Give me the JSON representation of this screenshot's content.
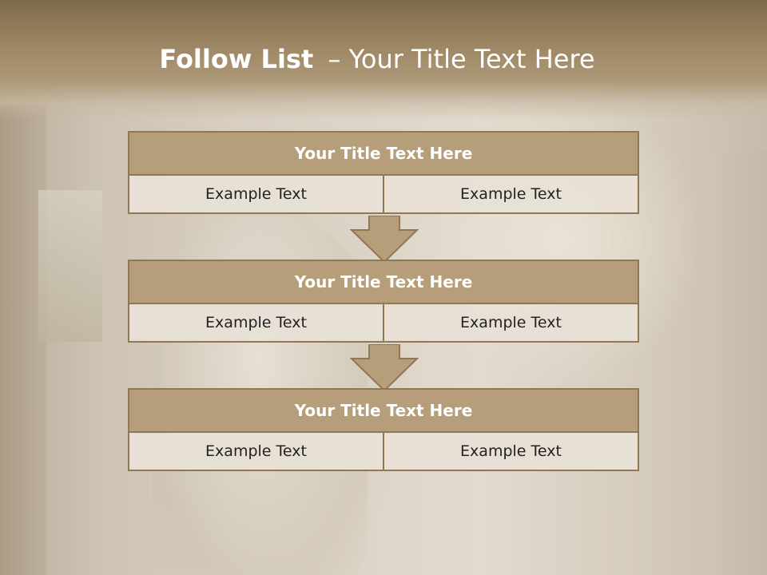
{
  "slide": {
    "title_bold": "Follow List",
    "title_rest": "– Your Title Text Here",
    "colors": {
      "header_band": "#9c8562",
      "box_fill": "#b59e79",
      "box_border": "#8e7856",
      "cell_fill": "#e8e0d6"
    },
    "steps": [
      {
        "title": "Your Title Text Here",
        "left": "Example Text",
        "right": "Example Text"
      },
      {
        "title": "Your Title Text Here",
        "left": "Example Text",
        "right": "Example Text"
      },
      {
        "title": "Your Title Text Here",
        "left": "Example Text",
        "right": "Example Text"
      }
    ],
    "arrow_icon": "down-arrow-icon"
  }
}
